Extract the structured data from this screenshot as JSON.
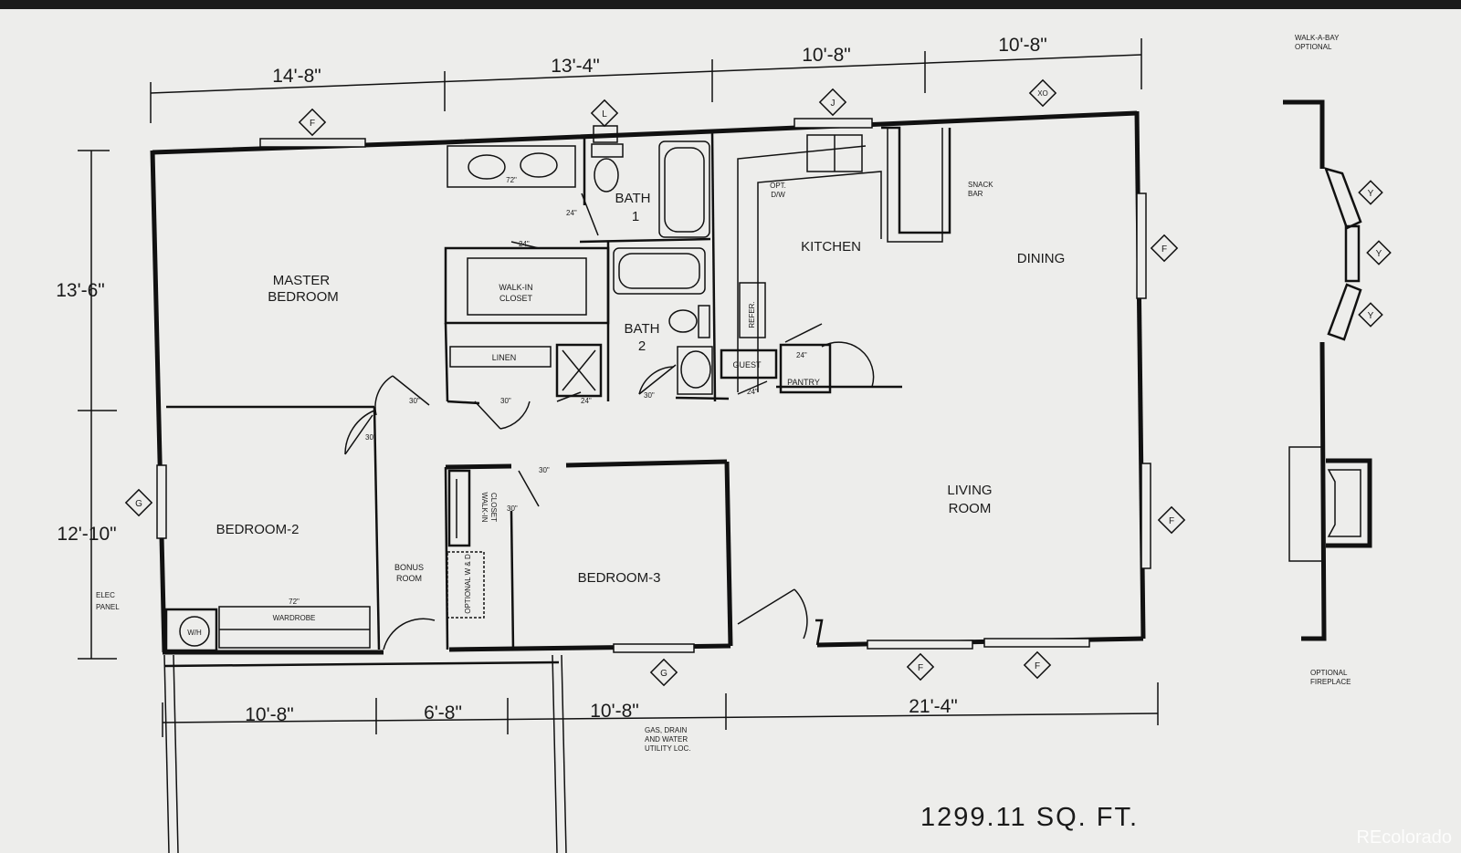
{
  "plan": {
    "top_dims": [
      "14'-8\"",
      "13'-4\"",
      "10'-8\"",
      "10'-8\""
    ],
    "bottom_dims": [
      "10'-8\"",
      "6'-8\"",
      "10'-8\"",
      "21'-4\""
    ],
    "left_dims": [
      "13'-6\"",
      "12'-10\""
    ],
    "rooms": {
      "master_bedroom": [
        "MASTER",
        "BEDROOM"
      ],
      "bath1": [
        "BATH",
        "1"
      ],
      "bath2": [
        "BATH",
        "2"
      ],
      "walk_in_closet": [
        "WALK-IN",
        "CLOSET"
      ],
      "linen": "LINEN",
      "kitchen": "KITCHEN",
      "dining": "DINING",
      "living_room": [
        "LIVING",
        "ROOM"
      ],
      "bedroom2": "BEDROOM-2",
      "bedroom3": "BEDROOM-3",
      "bonus_room": [
        "BONUS",
        "ROOM"
      ],
      "guest": "GUEST",
      "pantry": "PANTRY",
      "wardrobe": "WARDROBE",
      "walk_in_closet_2": [
        "WALK-IN",
        "CLOSET"
      ],
      "snack_bar": [
        "SNACK",
        "BAR"
      ],
      "opt_dw": [
        "OPT.",
        "D/W"
      ],
      "refer": "REFER.",
      "optional_wd": "OPTIONAL W & D",
      "wh": "W/H",
      "elec_panel": [
        "ELEC",
        "PANEL"
      ]
    },
    "door_sizes": [
      "30\"",
      "30\"",
      "30\"",
      "24\"",
      "30\"",
      "24\"",
      "24\"",
      "24\"",
      "24\"",
      "30\"",
      "30\"",
      "72\"",
      "72\""
    ],
    "window_tags": {
      "F": "F",
      "L": "L",
      "J": "J",
      "XO": "XO",
      "G": "G",
      "Y": "Y"
    },
    "notes": {
      "utility": [
        "GAS, DRAIN",
        "AND WATER",
        "UTILITY LOC."
      ],
      "walk_a_bay": [
        "WALK-A-BAY",
        "OPTIONAL"
      ],
      "fireplace": [
        "OPTIONAL",
        "FIREPLACE"
      ]
    },
    "area": "1299.11  SQ.  FT.",
    "watermark": "REcolorado"
  }
}
